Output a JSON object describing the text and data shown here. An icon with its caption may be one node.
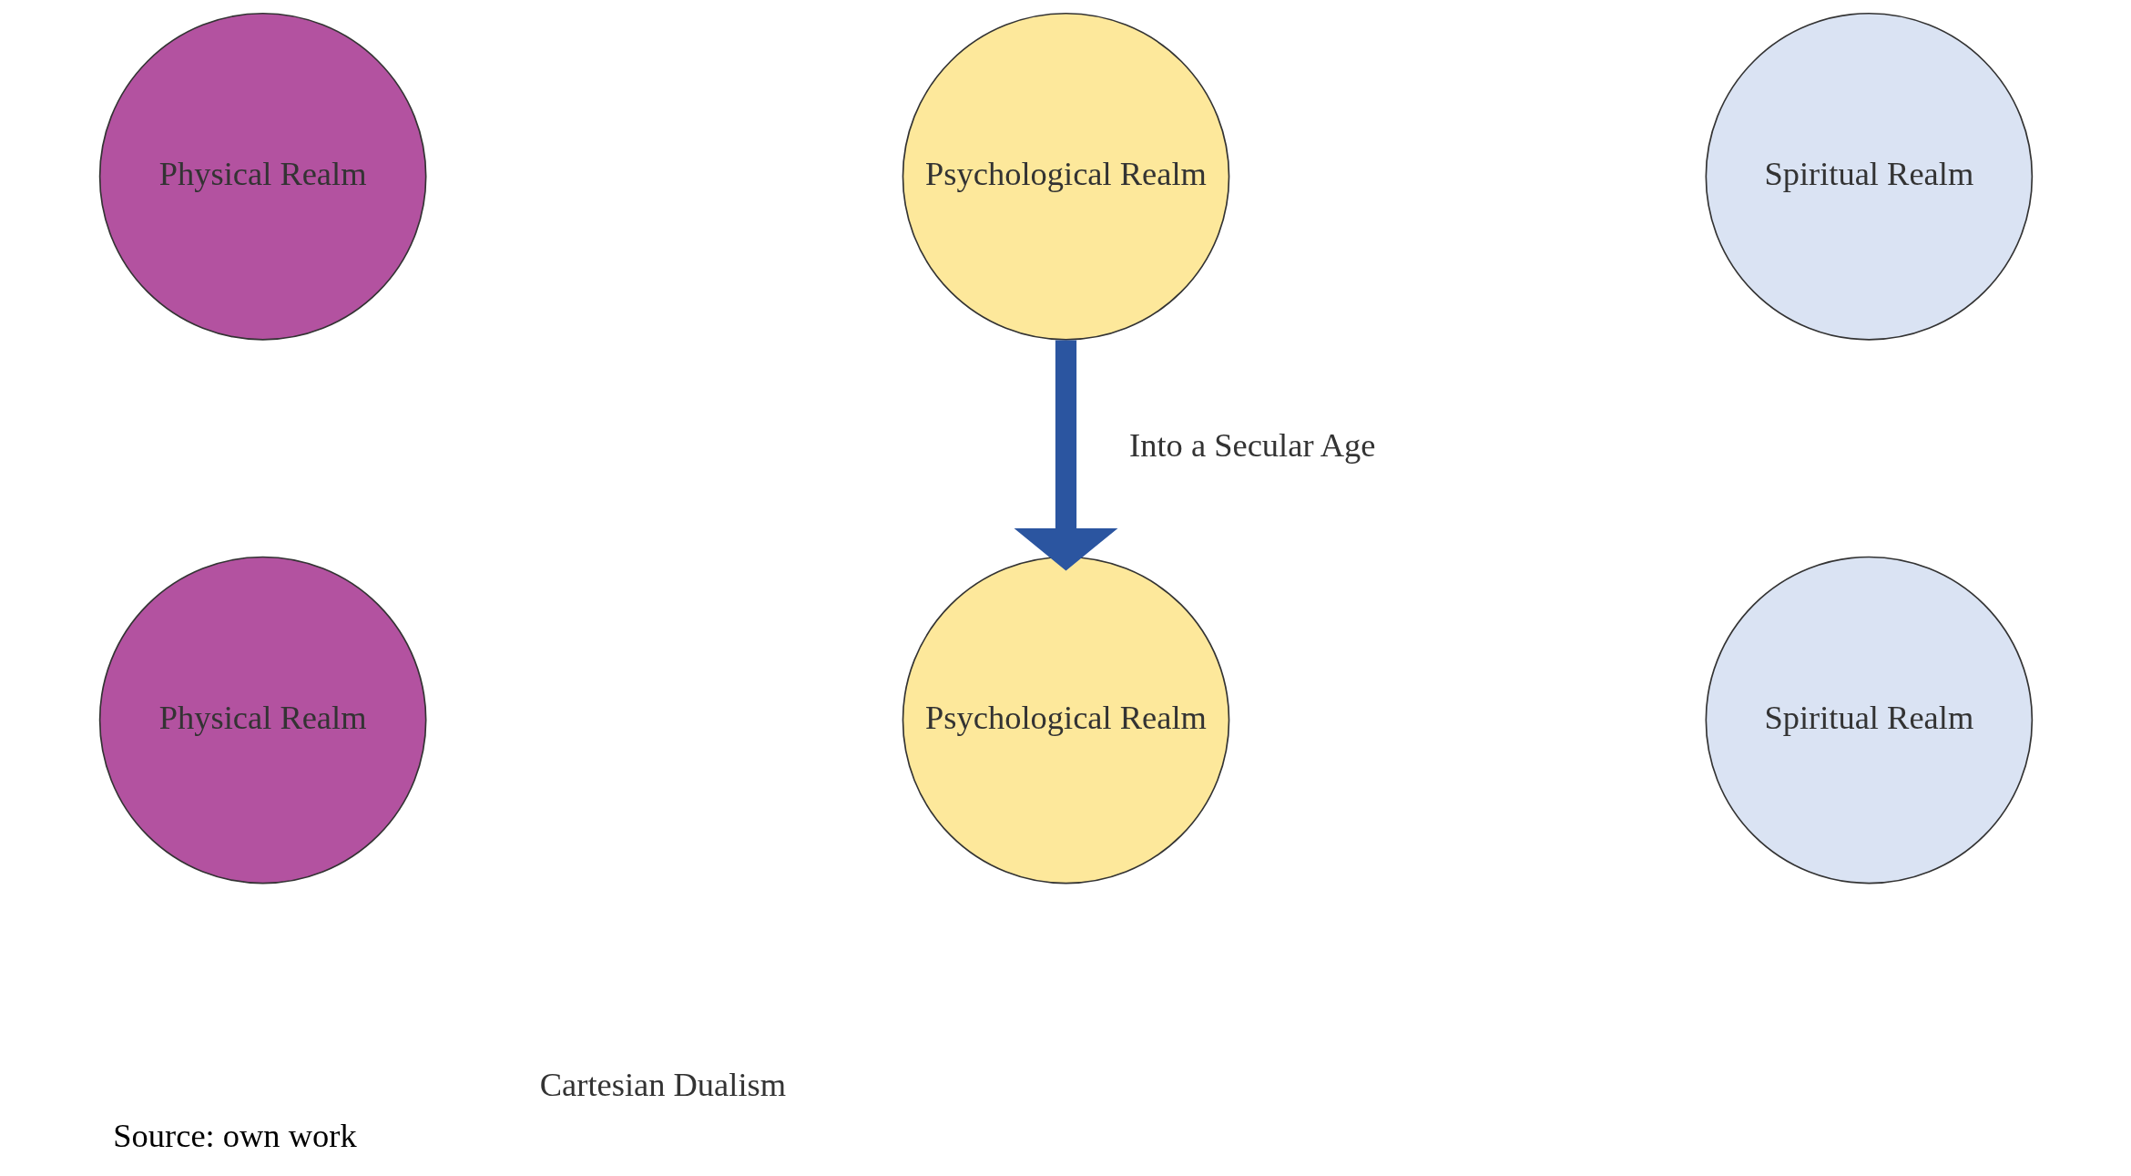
{
  "diagram": {
    "caption": "Source: own work",
    "nodes": [
      {
        "text": [
          "Physical Realm"
        ]
      },
      {
        "text": [
          "Psychological Realm"
        ]
      },
      {
        "text": [
          "Spiritual Realm"
        ]
      },
      {
        "text": [
          "Physical Realm"
        ]
      },
      {
        "text": [
          "Psychological Realm"
        ]
      },
      {
        "text": [
          "Spiritual Realm"
        ]
      }
    ],
    "edges": [
      {
        "from": 1,
        "to": 4,
        "arrow": "to",
        "label": "Into a Secular Age"
      }
    ],
    "labels": [
      "Cartesian Dualism"
    ]
  }
}
